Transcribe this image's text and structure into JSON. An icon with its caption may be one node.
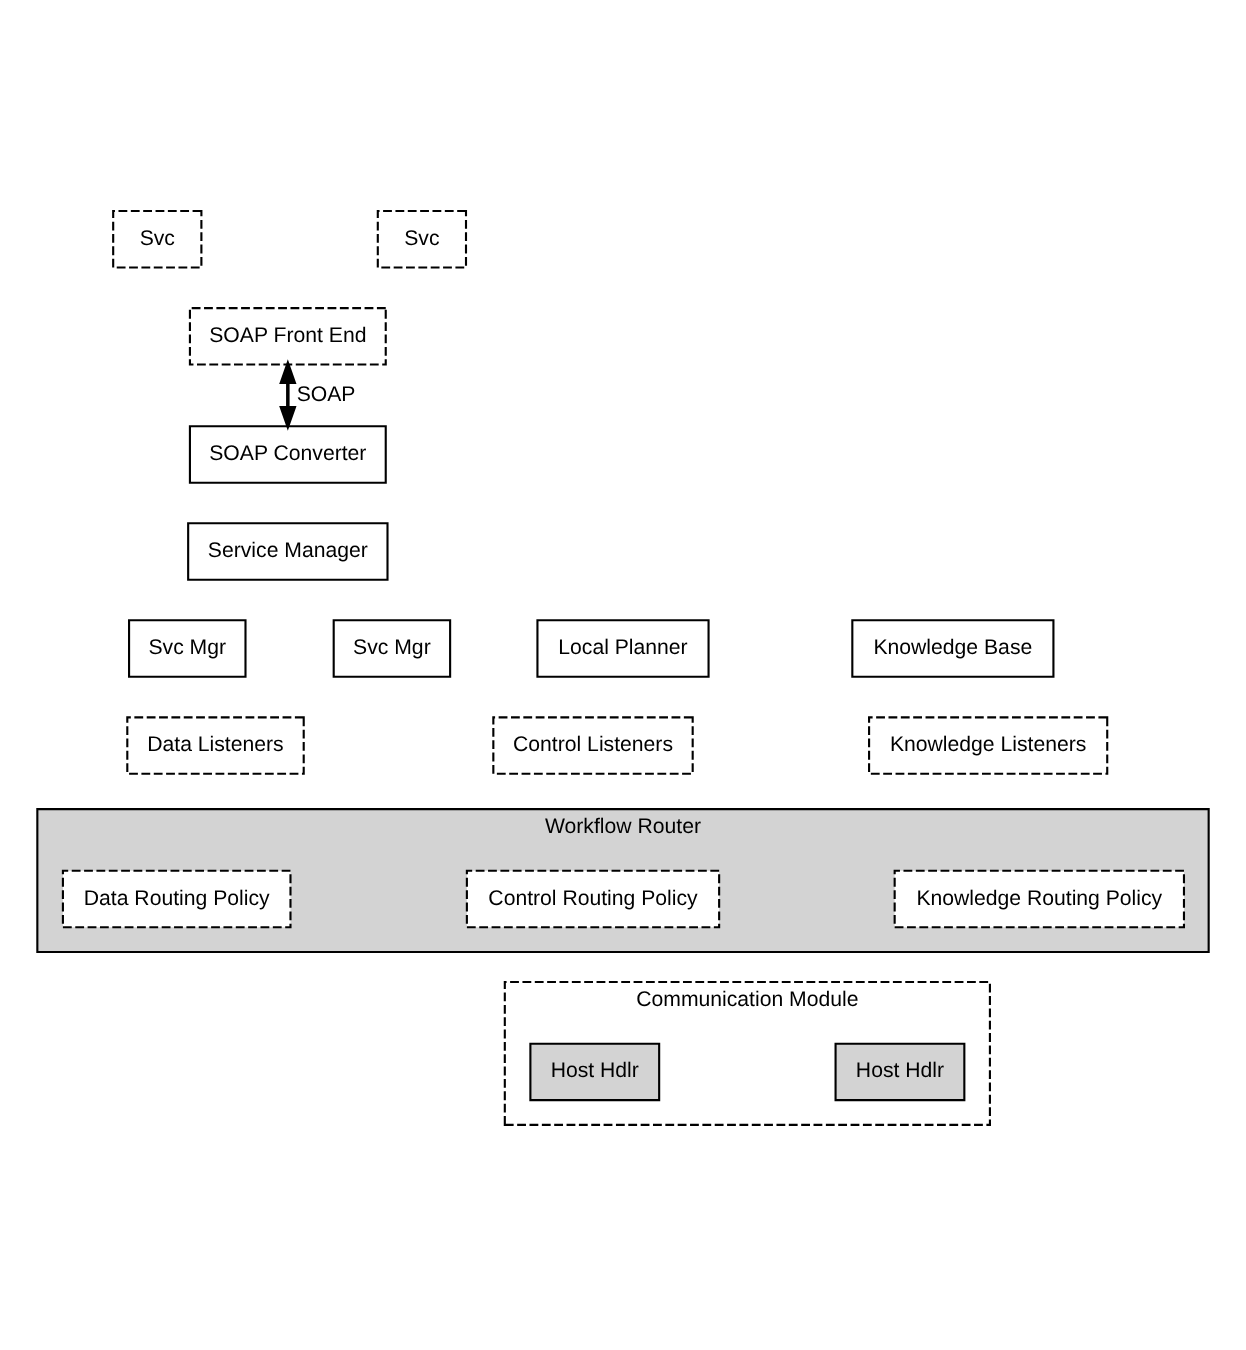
{
  "diagram": {
    "nodes": [
      {
        "text": [
          "Svc"
        ]
      },
      {
        "text": [
          "Svc"
        ]
      },
      {
        "text": [
          "SOAP Front End"
        ]
      },
      {
        "text": [
          "SOAP Converter"
        ]
      },
      {
        "text": [
          "Service Manager"
        ]
      },
      {
        "text": [
          "Svc Mgr"
        ]
      },
      {
        "text": [
          "Svc Mgr"
        ]
      },
      {
        "text": [
          "Local Planner"
        ]
      },
      {
        "text": [
          "Knowledge Base"
        ]
      },
      {
        "text": [
          "Data Listeners"
        ]
      },
      {
        "text": [
          "Control Listeners"
        ]
      },
      {
        "text": [
          "Knowledge Listeners"
        ]
      },
      {
        "text": [
          "Workflow Router"
        ]
      },
      {
        "text": [
          "Data Routing Policy"
        ],
        "in": 12
      },
      {
        "text": [
          "Control Routing Policy"
        ],
        "in": 12
      },
      {
        "text": [
          "Knowledge Routing Policy"
        ],
        "in": 12
      },
      {
        "text": [
          "Communication Module"
        ]
      },
      {
        "text": [
          "Host Hdlr"
        ],
        "in": 16
      },
      {
        "text": [
          "Host Hdlr"
        ],
        "in": 16
      }
    ],
    "edges": [
      {
        "from": 2,
        "to": 3,
        "arrow": "both",
        "label": "SOAP"
      }
    ]
  }
}
